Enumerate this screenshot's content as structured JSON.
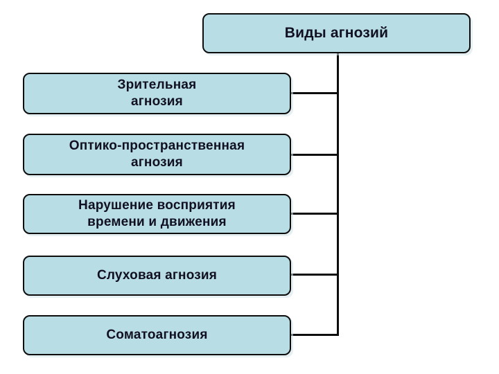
{
  "diagram": {
    "title_node": {
      "label": "Виды агнозий"
    },
    "branches": [
      {
        "label": "Зрительная\nагнозия"
      },
      {
        "label": "Оптико-пространственная\nагнозия"
      },
      {
        "label": "Нарушение восприятия\nвремени и движения"
      },
      {
        "label": "Слуховая агнозия"
      },
      {
        "label": "Соматоагнозия"
      }
    ],
    "style": {
      "node_fill": "#b9dde4",
      "node_border": "#0d0d0d",
      "text_color": "#101022",
      "connector_color": "#0d0d0d",
      "background": "#ffffff"
    }
  }
}
